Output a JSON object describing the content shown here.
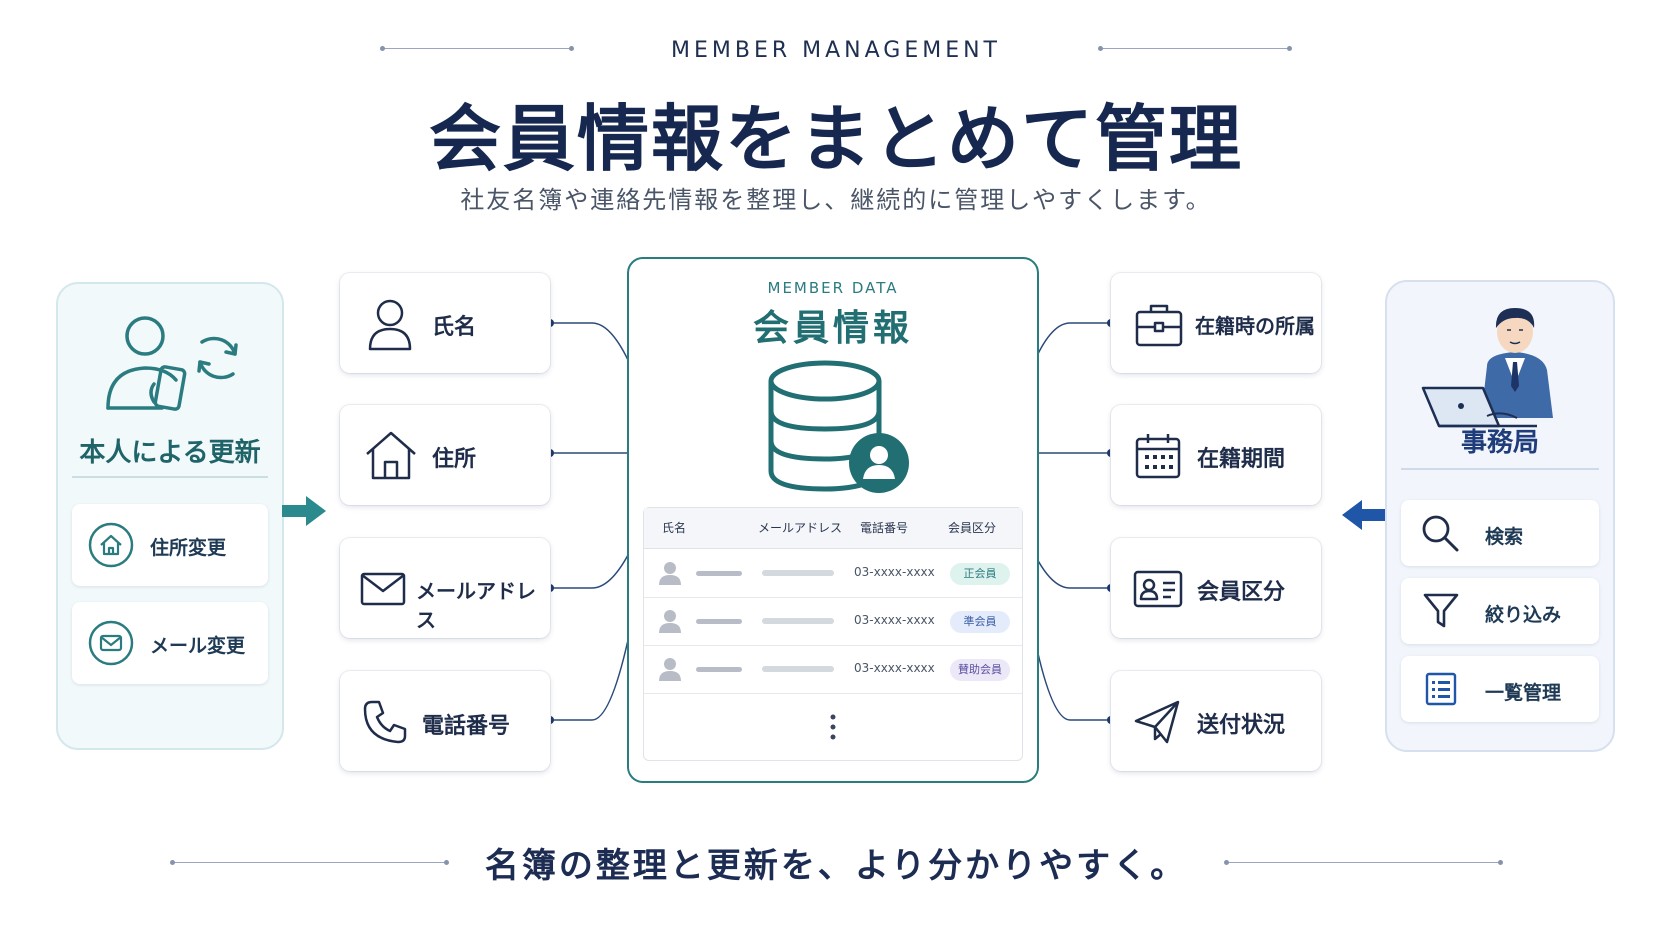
{
  "header": {
    "eyebrow": "MEMBER MANAGEMENT",
    "title": "会員情報をまとめて管理",
    "subtitle": "社友名簿や連絡先情報を整理し、継続的に管理しやすくします。"
  },
  "left_panel": {
    "title": "本人による更新",
    "items": [
      {
        "label": "住所変更",
        "icon": "home-icon"
      },
      {
        "label": "メール変更",
        "icon": "mail-icon"
      }
    ]
  },
  "left_fields": [
    {
      "label": "氏名",
      "icon": "person-icon"
    },
    {
      "label": "住所",
      "icon": "home-icon"
    },
    {
      "label": "メールアドレス",
      "icon": "mail-icon"
    },
    {
      "label": "電話番号",
      "icon": "phone-icon"
    }
  ],
  "center": {
    "eyebrow": "MEMBER DATA",
    "title": "会員情報",
    "table": {
      "headers": [
        "氏名",
        "メールアドレス",
        "電話番号",
        "会員区分"
      ],
      "rows": [
        {
          "phone": "03-xxxx-xxxx",
          "category": "正会員"
        },
        {
          "phone": "03-xxxx-xxxx",
          "category": "準会員"
        },
        {
          "phone": "03-xxxx-xxxx",
          "category": "賛助会員"
        }
      ]
    }
  },
  "right_fields": [
    {
      "label": "在籍時の所属",
      "icon": "briefcase-icon"
    },
    {
      "label": "在籍期間",
      "icon": "calendar-icon"
    },
    {
      "label": "会員区分",
      "icon": "id-card-icon"
    },
    {
      "label": "送付状況",
      "icon": "send-icon"
    }
  ],
  "right_panel": {
    "title": "事務局",
    "items": [
      {
        "label": "検索",
        "icon": "search-icon"
      },
      {
        "label": "絞り込み",
        "icon": "filter-icon"
      },
      {
        "label": "一覧管理",
        "icon": "list-icon"
      }
    ]
  },
  "footer": {
    "tagline": "名簿の整理と更新を、より分かりやすく。"
  },
  "colors": {
    "teal": "#2b7c80",
    "navy": "#1e2f52",
    "blue_arrow": "#1f56a8",
    "badge_regular_bg": "#dff3ee",
    "badge_associate_bg": "#e4ecfb",
    "badge_supporting_bg": "#ece8f8"
  }
}
